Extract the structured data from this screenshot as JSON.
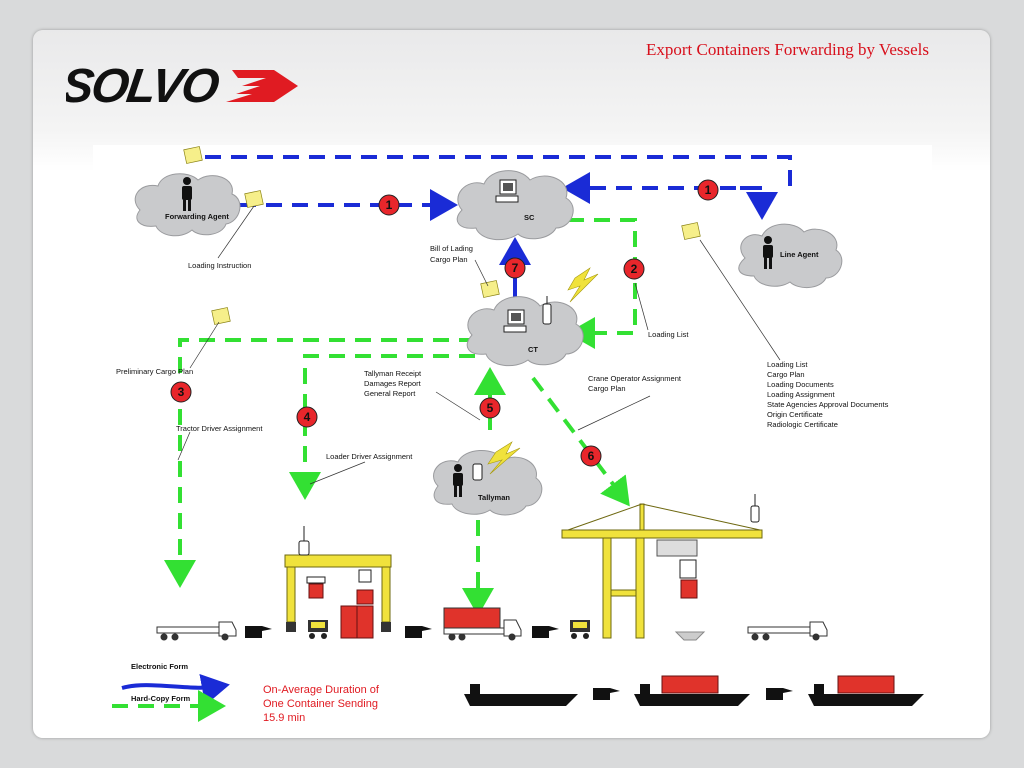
{
  "header": {
    "title": "Export Containers Forwarding by Vessels",
    "brand_color": "#d8101c"
  },
  "logo": {
    "text": "SOLVO",
    "accent_color": "#e01b22"
  },
  "nodes": {
    "forwarding_agent": "Forwarding Agent",
    "sc": "SC",
    "line_agent": "Line Agent",
    "ct": "CT",
    "tallyman": "Tallyman"
  },
  "steps": [
    "1",
    "1",
    "2",
    "3",
    "4",
    "5",
    "6",
    "7"
  ],
  "labels": {
    "loading_instruction": "Loading Instruction",
    "bill_of_lading": [
      "Bill of Lading",
      "Cargo Plan"
    ],
    "loading_list": "Loading List",
    "line_agent_docs": [
      "Loading List",
      "Cargo Plan",
      "Loading Documents",
      "Loading Assignment",
      "State Agencies Approval Documents",
      "Origin Certificate",
      "Radiologic Certificate"
    ],
    "preliminary_cargo_plan": "Preliminary Cargo Plan",
    "tractor_driver": "Tractor Driver Assignment",
    "tallyman_docs": [
      "Tallyman Receipt",
      "Damages Report",
      "General Report"
    ],
    "crane_operator": [
      "Crane Operator Assignment",
      "Cargo Plan"
    ],
    "loader_driver": "Loader Driver Assignment"
  },
  "legend": {
    "electronic": "Electronic Form",
    "hardcopy": "Hard-Copy Form",
    "electronic_color": "#1a2bd6",
    "hardcopy_color": "#33e033"
  },
  "duration": [
    "On-Average Duration of",
    "One Container Sending",
    "15.9 min"
  ],
  "colors": {
    "step_circle": "#e8262b",
    "cloud": "#c9cacc",
    "crane_yellow": "#f0e23c",
    "container_red": "#e0332b"
  }
}
